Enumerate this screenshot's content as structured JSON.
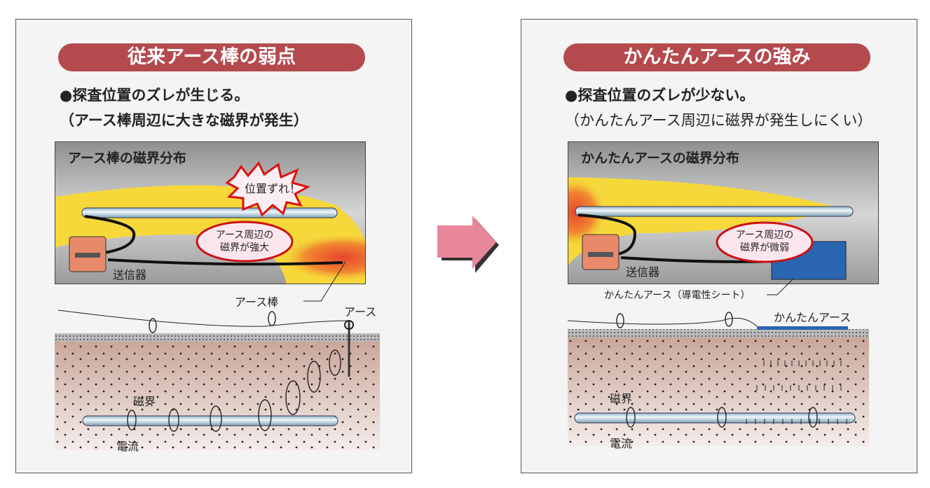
{
  "left": {
    "title": "従来アース棒の弱点",
    "bullet1": "●探査位置のズレが生じる。",
    "bullet2": "（アース棒周辺に大きな磁界が発生）",
    "diagram_title": "アース棒の磁界分布",
    "burst": "位置ずれ！",
    "callout_line1": "アース周辺の",
    "callout_line2": "磁界が強大",
    "transmitter": "送信器",
    "rod_label": "アース棒",
    "earth_label": "アース",
    "field_label": "磁界",
    "current_label": "電流"
  },
  "right": {
    "title": "かんたんアースの強み",
    "bullet1": "●探査位置のズレが少ない。",
    "bullet2": "（かんたんアース周辺に磁界が発生しにくい）",
    "diagram_title": "かんたんアースの磁界分布",
    "callout_line1": "アース周辺の",
    "callout_line2": "磁界が微弱",
    "transmitter": "送信器",
    "sheet_label": "かんたんアース（導電性シート）",
    "earth_label": "かんたんアース",
    "field_label": "磁界",
    "current_label": "電流"
  },
  "colors": {
    "pill": "#b54a4e",
    "arrow": "#e8879a",
    "sheet": "#2a66b0",
    "field": "#f6d83a",
    "hot": "#e8442e"
  }
}
